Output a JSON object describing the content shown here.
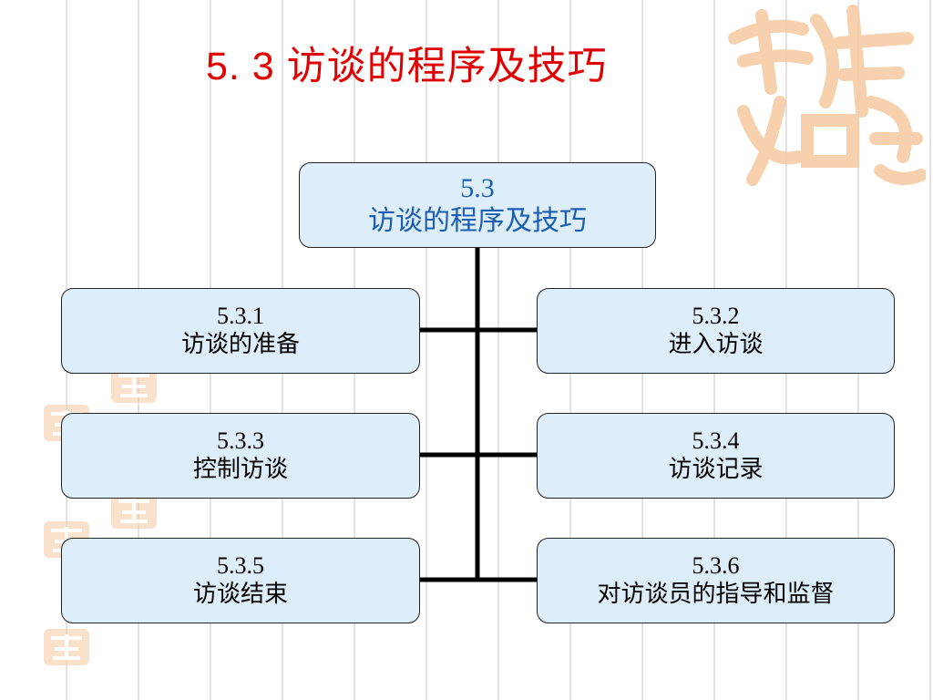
{
  "slide": {
    "title": "5. 3  访谈的程序及技巧"
  },
  "decoration": {
    "seal_text": "吉祥如意",
    "seal_color": "#f6c9a0"
  },
  "diagram": {
    "root": {
      "code": "5.3",
      "name": "访谈的程序及技巧"
    },
    "children": [
      {
        "code": "5.3.1",
        "name": "访谈的准备"
      },
      {
        "code": "5.3.2",
        "name": "进入访谈"
      },
      {
        "code": "5.3.3",
        "name": "控制访谈"
      },
      {
        "code": "5.3.4",
        "name": "访谈记录"
      },
      {
        "code": "5.3.5",
        "name": "访谈结束"
      },
      {
        "code": "5.3.6",
        "name": "对访谈员的指导和监督"
      }
    ]
  },
  "colors": {
    "title": "#e00000",
    "root_text": "#1a5fb4",
    "box_fill": "#ddeefa",
    "connector": "#000000"
  }
}
